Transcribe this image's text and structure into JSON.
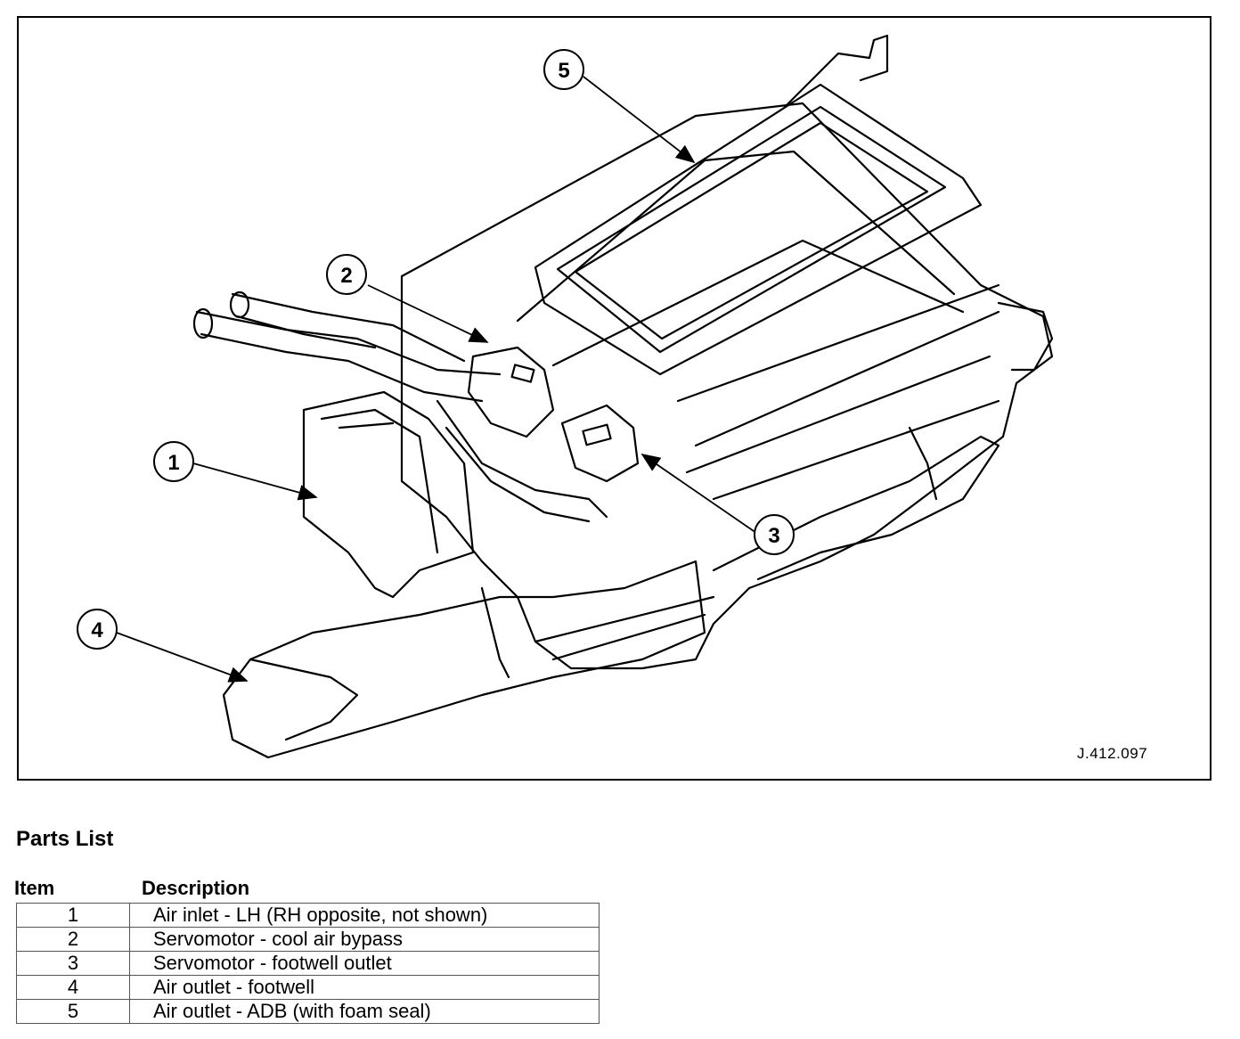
{
  "figure": {
    "id": "J.412.097",
    "callouts": [
      "1",
      "2",
      "3",
      "4",
      "5"
    ]
  },
  "parts_list": {
    "title": "Parts List",
    "headers": {
      "item": "Item",
      "description": "Description"
    },
    "rows": [
      {
        "item": "1",
        "description": "Air inlet - LH (RH opposite, not shown)"
      },
      {
        "item": "2",
        "description": "Servomotor - cool air bypass"
      },
      {
        "item": "3",
        "description": "Servomotor - footwell outlet"
      },
      {
        "item": "4",
        "description": "Air outlet - footwell"
      },
      {
        "item": "5",
        "description": "Air outlet - ADB (with foam seal)"
      }
    ]
  }
}
